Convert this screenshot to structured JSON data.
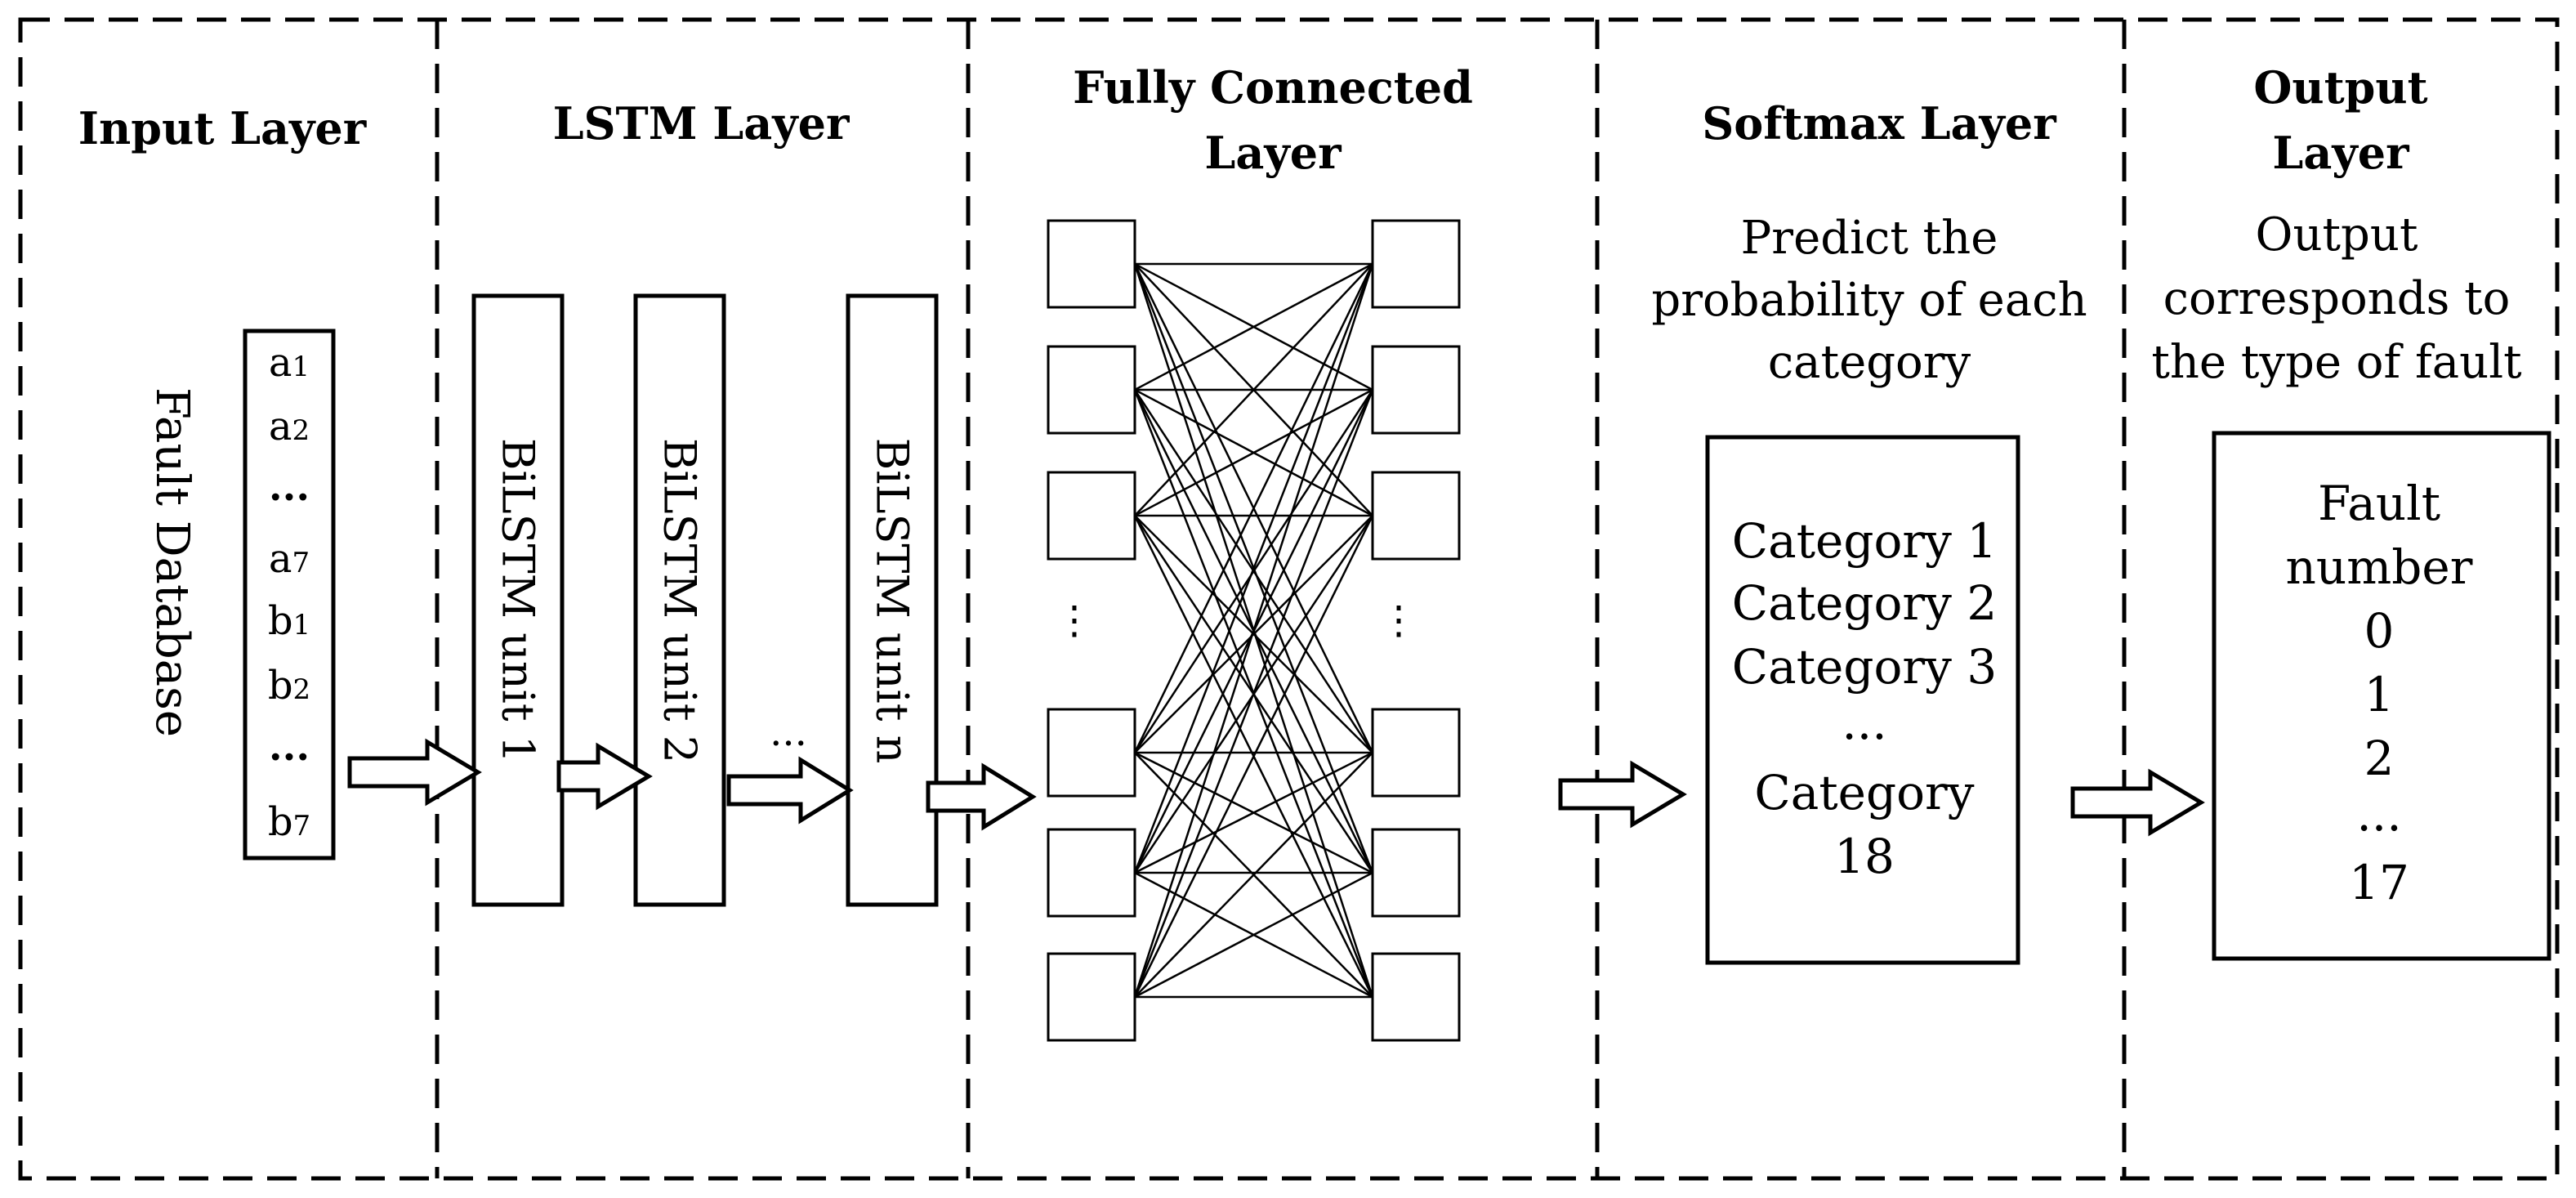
{
  "panels": {
    "input": {
      "title": "Input Layer",
      "database_label": "Fault Database",
      "sequence": [
        "a1",
        "a2",
        "...",
        "a7",
        "b1",
        "b2",
        "...",
        "b7"
      ]
    },
    "lstm": {
      "title": "LSTM Layer",
      "units": [
        "BiLSTM unit 1",
        "BiLSTM unit 2",
        "BiLSTM unit  n"
      ],
      "ellipsis": "..."
    },
    "fully_connected": {
      "title_lines": [
        "Fully Connected",
        "Layer"
      ],
      "ellipsis": "⋮"
    },
    "softmax": {
      "title": "Softmax Layer",
      "desc_lines": [
        "Predict the",
        "probability of each",
        "category"
      ],
      "box_lines": [
        "Category 1",
        "Category 2",
        "Category 3",
        "...",
        "Category",
        "18"
      ]
    },
    "output": {
      "title_lines": [
        "Output",
        "Layer"
      ],
      "desc_lines": [
        "Output",
        "corresponds to",
        "the type of fault"
      ],
      "box_lines": [
        "Fault",
        "number",
        "0",
        "1",
        "2",
        "...",
        "17"
      ]
    }
  },
  "colors": {
    "stroke": "#000000",
    "background": "#ffffff"
  }
}
